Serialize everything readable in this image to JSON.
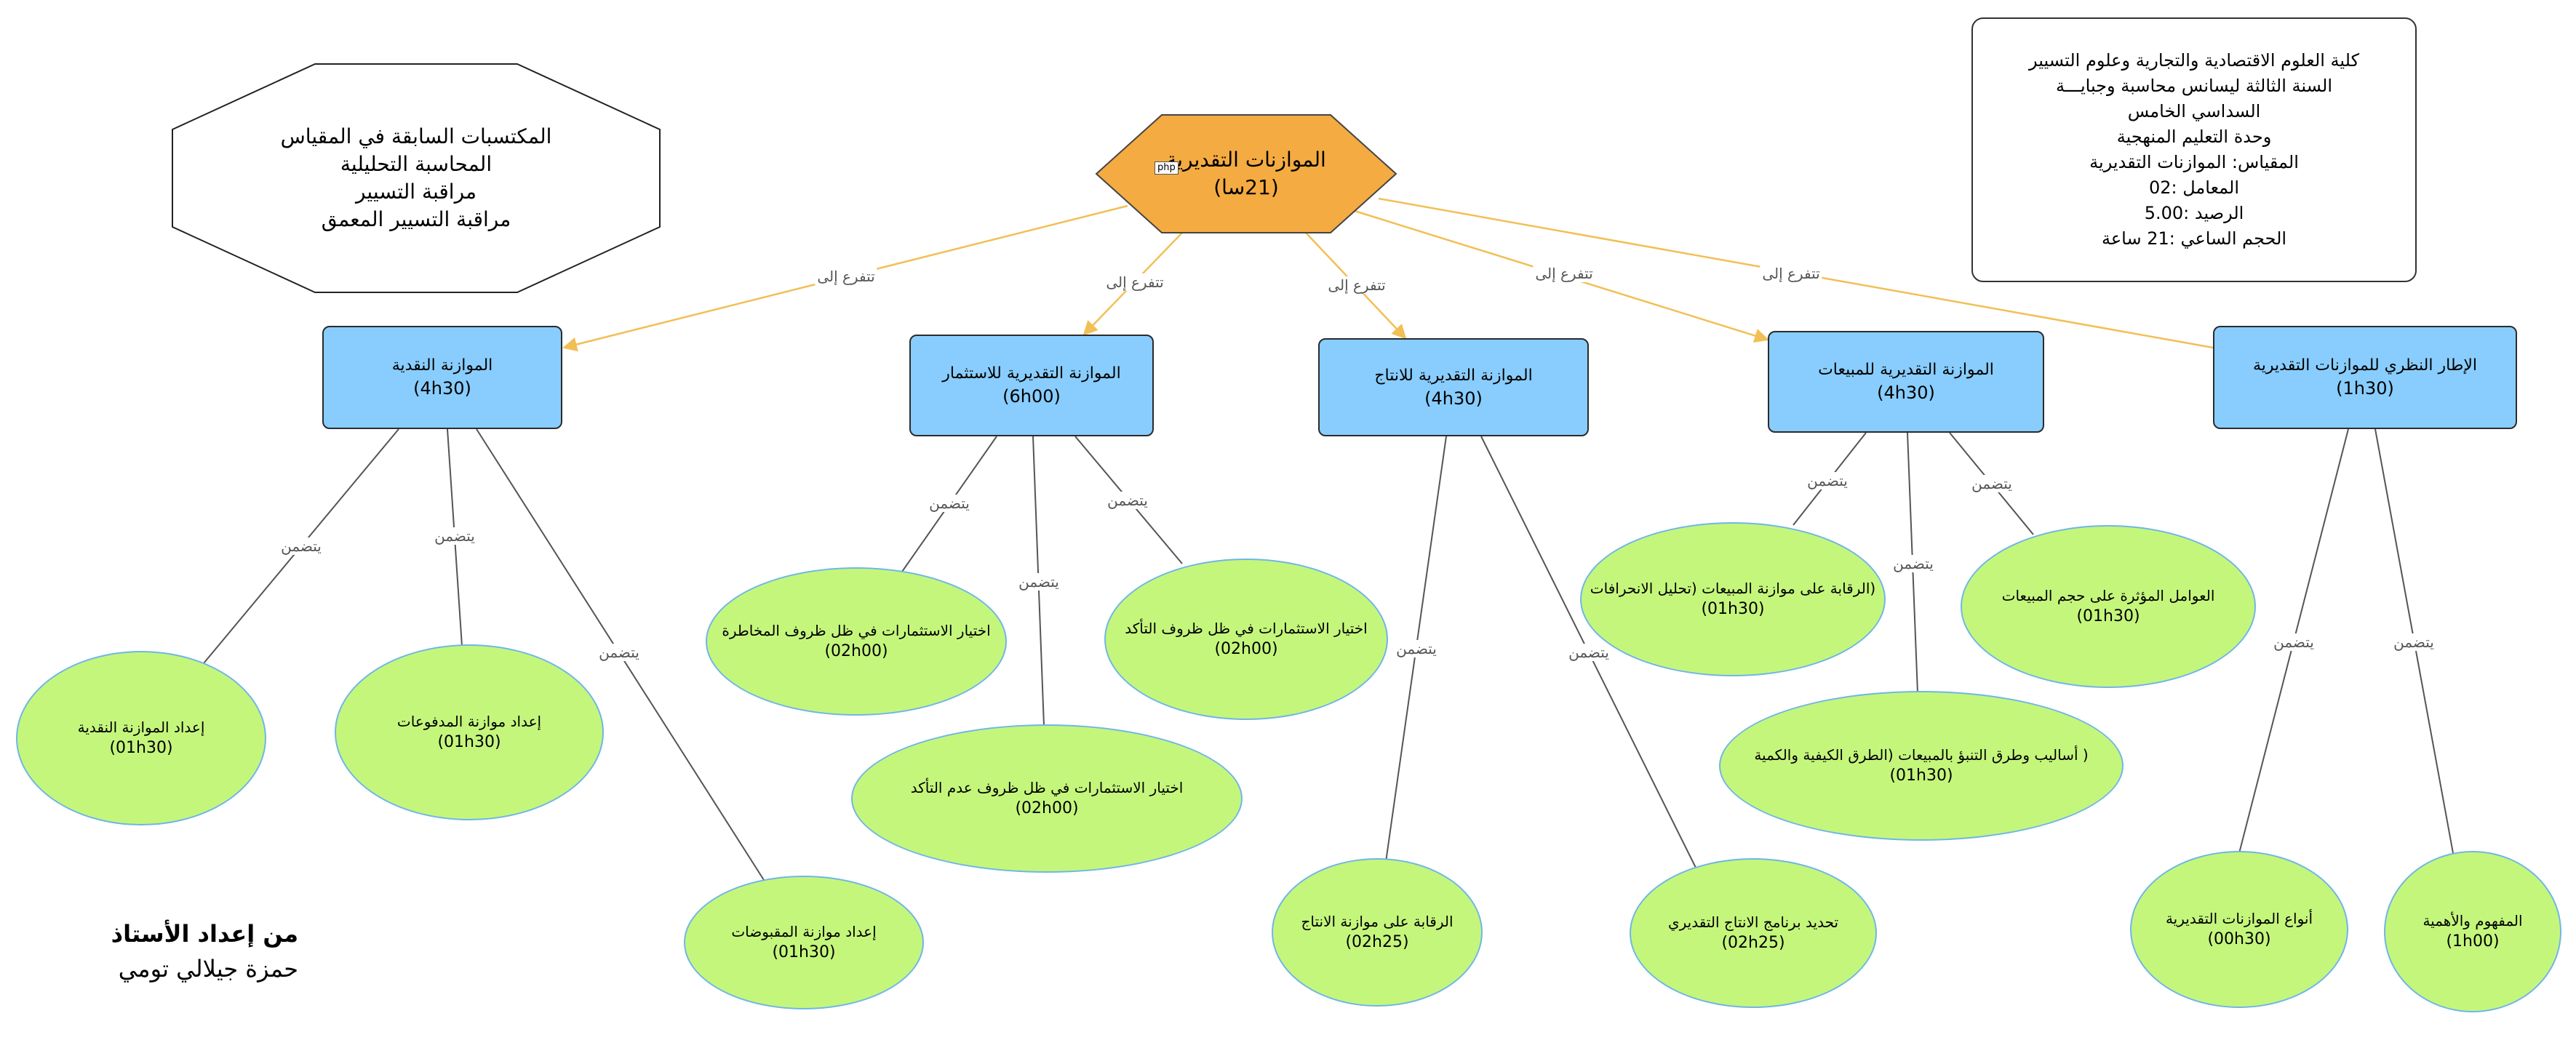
{
  "root": {
    "title": "الموازنات التقديرية",
    "duration": "(21سا)",
    "badge": "php"
  },
  "prerequisites": {
    "lines": [
      "المكتسبات السابقة في المقياس",
      "المحاسبة التحليلية",
      "مراقبة التسيير",
      "مراقبة التسيير المعمق"
    ]
  },
  "info": {
    "lines": [
      "كلية العلوم الاقتصادية والتجارية وعلوم التسيير",
      "السنة الثالثة ليسانس محاسبة وجبايـــة",
      "السداسي الخامس",
      "وحدة التعليم المنهجية",
      "المقياس: الموازنات التقديرية",
      "المعامل :02",
      "الرصيد :5.00",
      "الحجم الساعي :21 ساعة"
    ]
  },
  "author": {
    "line1": "من إعداد الأستاذ",
    "line2": "حمزة جيلالي تومي"
  },
  "edge_labels": {
    "branch": "تتفرع إلى",
    "contains": "يتضمن"
  },
  "colors": {
    "root_fill": "#f4ab42",
    "branch_fill": "#88cdfd",
    "topic_fill": "#c5f67c",
    "topic_border": "#6fb6e8",
    "branch_edge": "#f2bf55",
    "contains_edge": "#555555"
  },
  "branches": [
    {
      "id": "b1",
      "title": "الموازنة النقدية",
      "duration": "(4h30)",
      "topics": [
        {
          "title": "إعداد الموازنة النقدية",
          "duration": "(01h30)"
        },
        {
          "title": "إعداد موازنة المدفوعات",
          "duration": "(01h30)"
        },
        {
          "title": "إعداد موازنة المقبوضات",
          "duration": "(01h30)"
        }
      ]
    },
    {
      "id": "b2",
      "title": "الموازنة التقديرية للاستثمار",
      "duration": "(6h00)",
      "topics": [
        {
          "title": "اختيار الاستثمارات في ظل ظروف المخاطرة",
          "duration": "(02h00)"
        },
        {
          "title": "اختيار الاستثمارات في ظل ظروف عدم التأكد",
          "duration": "(02h00)"
        },
        {
          "title": "اختيار الاستثمارات في ظل ظروف التأكد",
          "duration": "(02h00)"
        }
      ]
    },
    {
      "id": "b3",
      "title": "الموازنة التقديرية للانتاج",
      "duration": "(4h30)",
      "topics": [
        {
          "title": "الرقابة على موازنة الانتاج",
          "duration": "(02h25)"
        },
        {
          "title": "تحديد برنامج الانتاج التقديري",
          "duration": "(02h25)"
        }
      ]
    },
    {
      "id": "b4",
      "title": "الموازنة التقديرية للمبيعات",
      "duration": "(4h30)",
      "topics": [
        {
          "title": "(الرقابة على موازنة المبيعات (تحليل الانحرافات",
          "duration": "(01h30)"
        },
        {
          "title": "( أساليب وطرق التنبؤ بالمبيعات (الطرق الكيفية والكمية",
          "duration": "(01h30)"
        },
        {
          "title": "العوامل المؤثرة على حجم المبيعات",
          "duration": "(01h30)"
        }
      ]
    },
    {
      "id": "b5",
      "title": "الإطار النظري للموازنات التقديرية",
      "duration": "(1h30)",
      "topics": [
        {
          "title": "أنواع الموازنات التقديرية",
          "duration": "(00h30)"
        },
        {
          "title": "المفهوم والأهمية",
          "duration": "(1h00)"
        }
      ]
    }
  ]
}
